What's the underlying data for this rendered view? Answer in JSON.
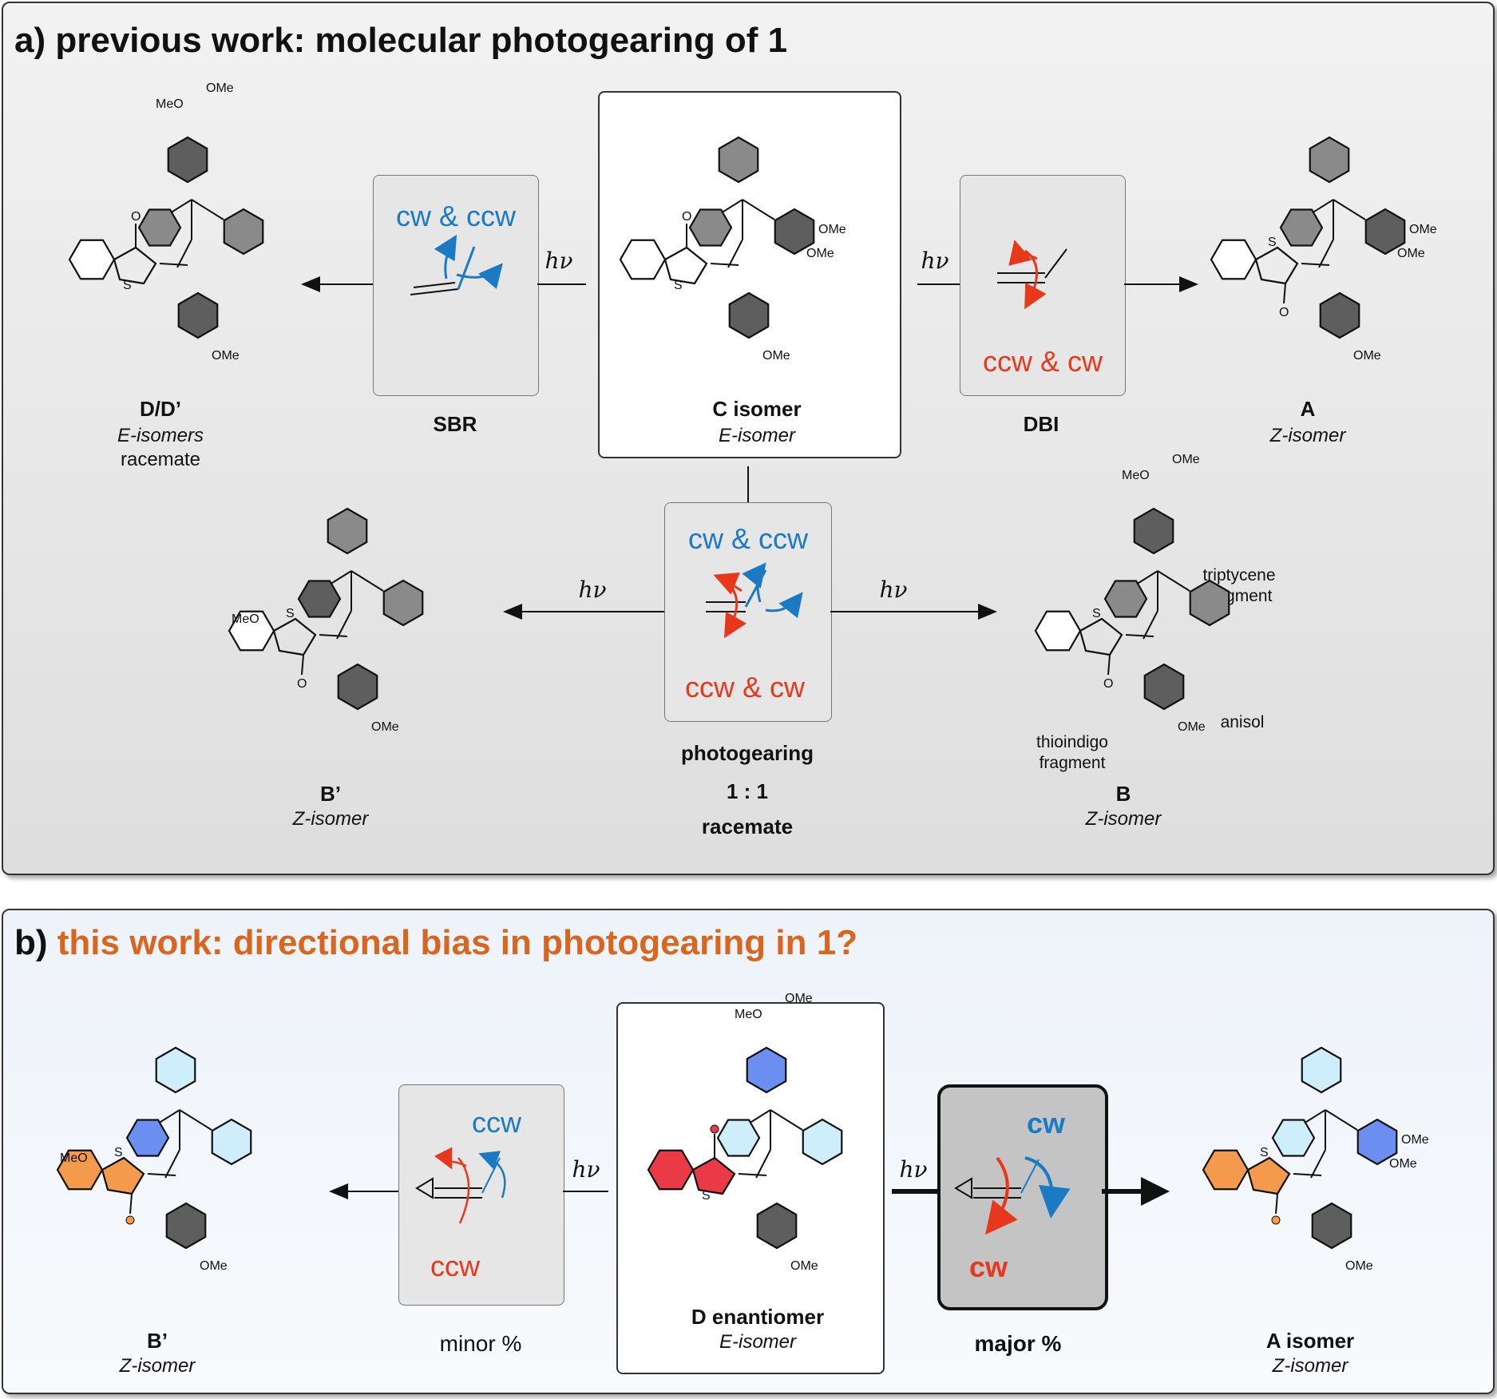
{
  "panel_a": {
    "title": "a) previous work: molecular photogearing of 1",
    "sbr": {
      "rotation": "cw & ccw",
      "label": "SBR"
    },
    "dbi": {
      "rotation": "ccw & cw",
      "label": "DBI"
    },
    "gear": {
      "rotation_top": "cw & ccw",
      "rotation_bottom": "ccw & cw",
      "label": "photogearing",
      "ratio": "1 : 1",
      "outcome": "racemate"
    },
    "hv": "hν",
    "molecules": {
      "dd": {
        "name": "D/D’",
        "line1": "E-isomers",
        "line2": "racemate"
      },
      "c": {
        "name": "C isomer",
        "sub": "E-isomer"
      },
      "a": {
        "name": "A",
        "sub": "Z-isomer"
      },
      "bprime": {
        "name": "B’",
        "sub": "Z-isomer"
      },
      "b": {
        "name": "B",
        "sub": "Z-isomer"
      }
    },
    "fragments": {
      "triptycene": [
        "triptycene",
        "fragment"
      ],
      "anisol": "anisol",
      "thioindigo": [
        "thioindigo",
        "fragment"
      ]
    }
  },
  "panel_b": {
    "title_prefix": "b)",
    "title": "this work: directional bias in photogearing in 1?",
    "minor": {
      "top": "ccw",
      "bottom": "ccw",
      "label": "minor %"
    },
    "major": {
      "top": "cw",
      "bottom": "cw",
      "label": "major %"
    },
    "molecules": {
      "bprime": {
        "name": "B’",
        "sub": "Z-isomer"
      },
      "d": {
        "name": "D enantiomer",
        "sub": "E-isomer"
      },
      "a": {
        "name": "A  isomer",
        "sub": "Z-isomer"
      }
    }
  },
  "atoms": {
    "ome": "OMe",
    "meo": "MeO",
    "s": "S",
    "o": "O"
  },
  "colors": {
    "blue": "#1a7bc4",
    "red": "#e8381c",
    "orange_title": "#d9661f",
    "ring_gray": "#8a8a8a",
    "ring_dark": "#5e5e5e",
    "ring_lightblue": "#cdeefa",
    "ring_blue": "#6b8ff0",
    "ring_orange": "#f39a4c",
    "ring_red": "#ea3a48"
  }
}
